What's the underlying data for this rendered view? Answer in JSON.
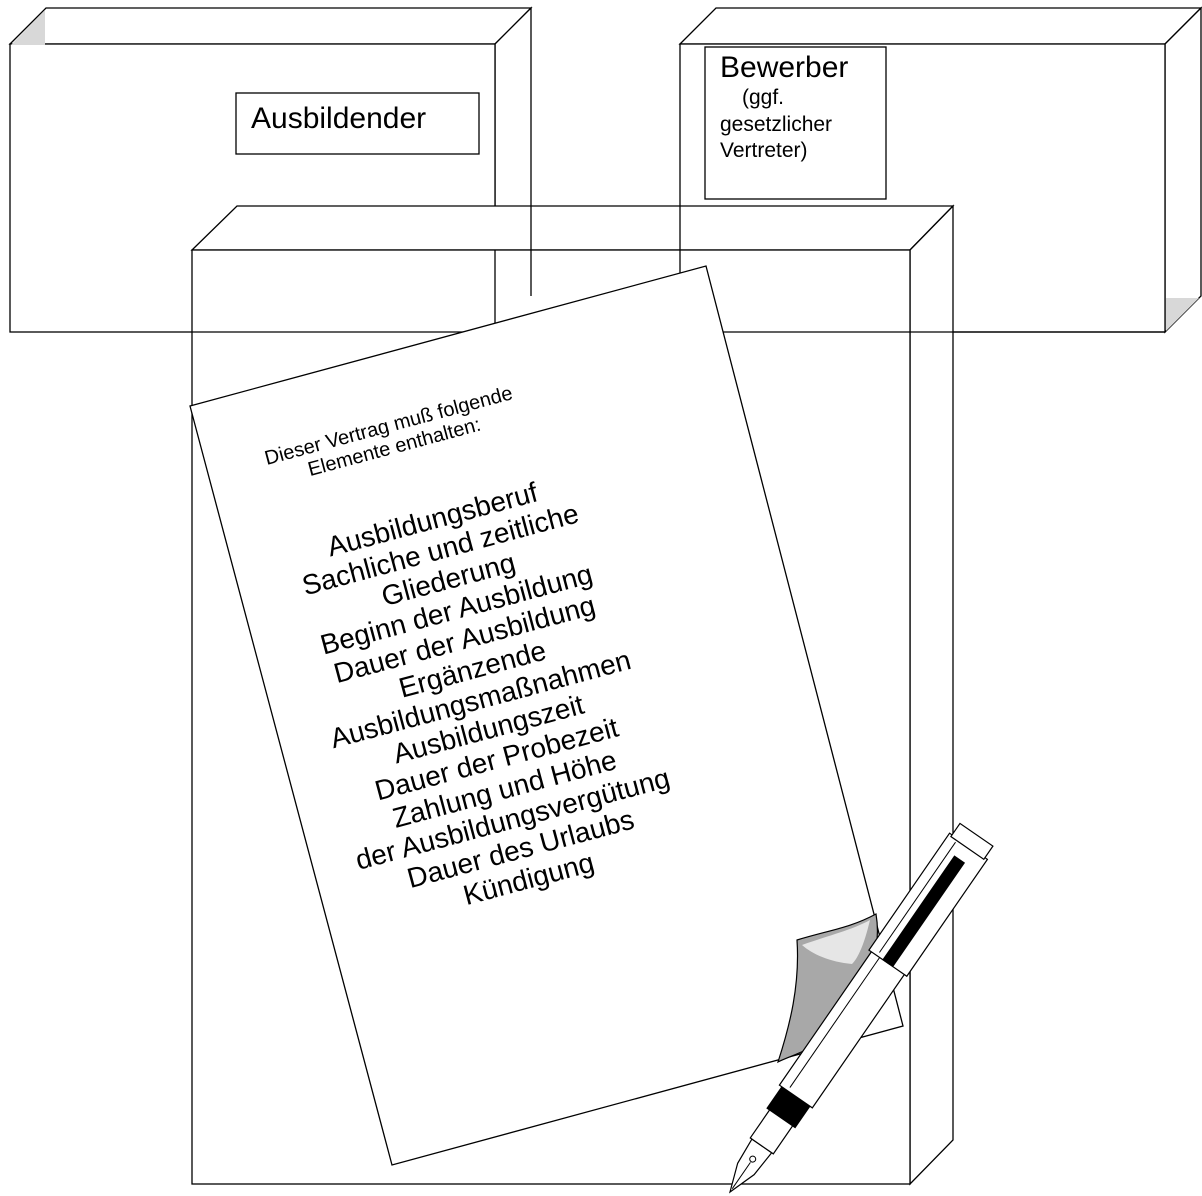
{
  "left_box": {
    "label": "Ausbildender"
  },
  "right_box": {
    "title": "Bewerber",
    "line1": "(ggf.",
    "line2": "gesetzlicher",
    "line3": "Vertreter)"
  },
  "contract": {
    "intro_line1": "Dieser Vertrag muß folgende",
    "intro_line2": "Elemente enthalten:",
    "elements": [
      "Ausbildungsberuf",
      "Sachliche und zeitliche",
      "Gliederung",
      "Beginn der Ausbildung",
      "Dauer der Ausbildung",
      "Ergänzende",
      "Ausbildungsmaßnahmen",
      "Ausbildungszeit",
      "Dauer der Probezeit",
      "Zahlung und Höhe",
      "der Ausbildungsvergütung",
      "Dauer des Urlaubs",
      "Kündigung"
    ]
  },
  "colors": {
    "line": "#000000",
    "fill": "#ffffff",
    "shade": "#d8d8d8",
    "curl_dark": "#a8a8a8",
    "curl_light": "#e6e6e6"
  }
}
